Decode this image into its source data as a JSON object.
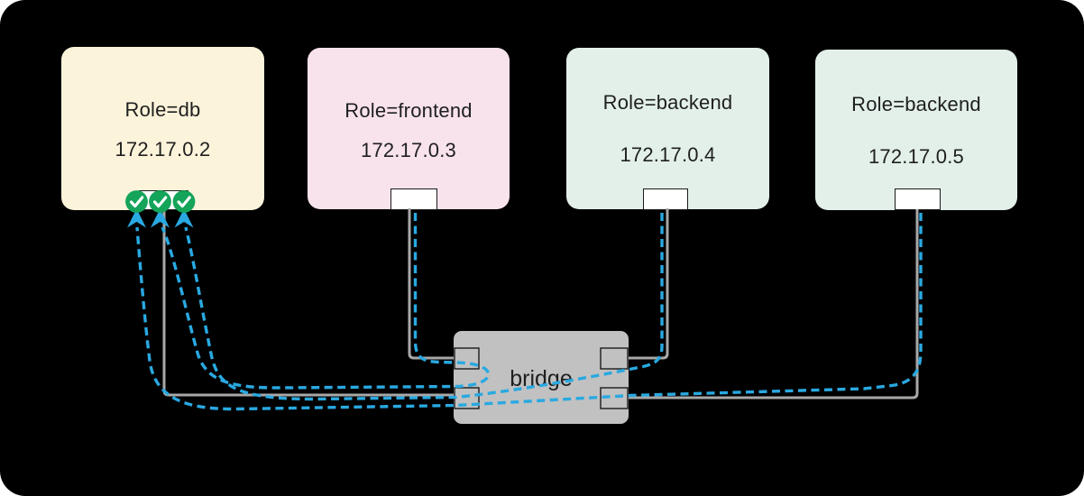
{
  "diagram": {
    "containers": [
      {
        "role": "Role=db",
        "ip": "172.17.0.2",
        "fill": "#FBF3DA",
        "checkmarks": 3
      },
      {
        "role": "Role=frontend",
        "ip": "172.17.0.3",
        "fill": "#F8E2EC",
        "checkmarks": 0
      },
      {
        "role": "Role=backend",
        "ip": "172.17.0.4",
        "fill": "#E2F0E9",
        "checkmarks": 0
      },
      {
        "role": "Role=backend",
        "ip": "172.17.0.5",
        "fill": "#E2F0E9",
        "checkmarks": 0
      }
    ],
    "bridge": {
      "label": "bridge",
      "fill": "#C1C1C1"
    },
    "colors": {
      "background": "#000000",
      "link_gray": "#A8A8A8",
      "flow_blue": "#29A9E1",
      "check_green": "#14A45A",
      "text": "#1A1A1A"
    }
  }
}
